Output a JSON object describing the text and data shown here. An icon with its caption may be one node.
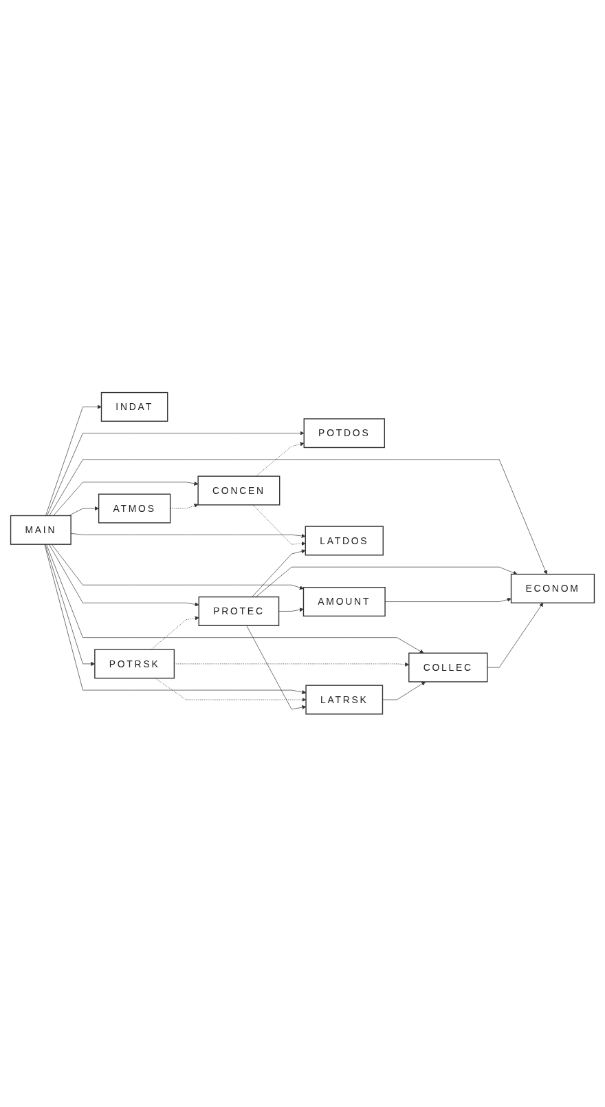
{
  "diagram": {
    "nodes": [
      {
        "text": [
          "MAIN"
        ]
      },
      {
        "text": [
          "INDAT"
        ]
      },
      {
        "text": [
          "ATMOS"
        ]
      },
      {
        "text": [
          "CONCEN"
        ]
      },
      {
        "text": [
          "POTDOS"
        ]
      },
      {
        "text": [
          "POTRSK"
        ]
      },
      {
        "text": [
          "PROTEC"
        ]
      },
      {
        "text": [
          "AMOUNT"
        ]
      },
      {
        "text": [
          "LATDOS"
        ]
      },
      {
        "text": [
          "LATRSK"
        ]
      },
      {
        "text": [
          "COLLEC"
        ]
      },
      {
        "text": [
          "ECONOM"
        ]
      }
    ],
    "edges": [
      {
        "from": 0,
        "to": 1,
        "arrow": "to"
      },
      {
        "from": 0,
        "to": 2,
        "arrow": "to"
      },
      {
        "from": 0,
        "to": 3,
        "arrow": "to"
      },
      {
        "from": 0,
        "to": 4,
        "arrow": "to"
      },
      {
        "from": 0,
        "to": 5,
        "arrow": "to"
      },
      {
        "from": 0,
        "to": 6,
        "arrow": "to"
      },
      {
        "from": 0,
        "to": 7,
        "arrow": "to"
      },
      {
        "from": 0,
        "to": 8,
        "arrow": "to"
      },
      {
        "from": 0,
        "to": 9,
        "arrow": "to"
      },
      {
        "from": 0,
        "to": 10,
        "arrow": "to"
      },
      {
        "from": 0,
        "to": 11,
        "arrow": "to"
      },
      {
        "from": 2,
        "to": 3,
        "arrow": "to",
        "style": "dashed"
      },
      {
        "from": 3,
        "to": 4,
        "arrow": "to",
        "style": "dashed"
      },
      {
        "from": 3,
        "to": 8,
        "arrow": "to",
        "style": "dashed"
      },
      {
        "from": 5,
        "to": 6,
        "arrow": "to",
        "style": "dashed"
      },
      {
        "from": 5,
        "to": 9,
        "arrow": "to",
        "style": "dashed"
      },
      {
        "from": 5,
        "to": 10,
        "arrow": "to",
        "style": "dashed"
      },
      {
        "from": 6,
        "to": 11,
        "arrow": "to"
      },
      {
        "from": 6,
        "to": 8,
        "arrow": "to"
      },
      {
        "from": 6,
        "to": 9,
        "arrow": "to"
      },
      {
        "from": 6,
        "to": 7,
        "arrow": "to"
      },
      {
        "from": 7,
        "to": 11,
        "arrow": "to"
      },
      {
        "from": 9,
        "to": 10,
        "arrow": "to"
      },
      {
        "from": 10,
        "to": 11,
        "arrow": "to"
      }
    ]
  }
}
